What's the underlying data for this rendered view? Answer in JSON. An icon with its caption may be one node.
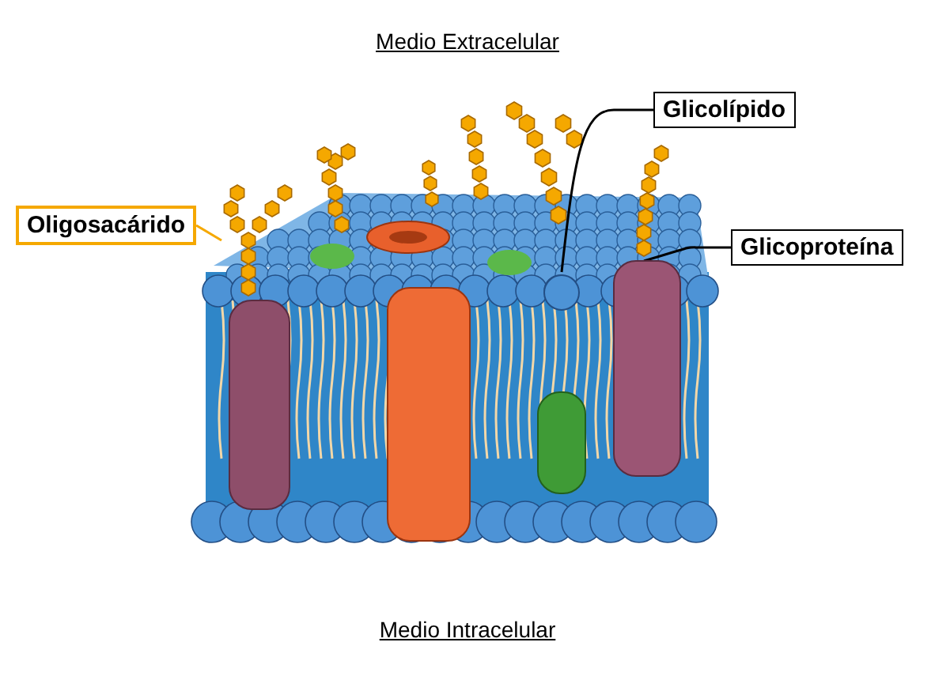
{
  "diagram": {
    "nodes": [
      {
        "text": [
          "Oligosacárido"
        ]
      },
      {
        "text": [
          "Glicolípido"
        ]
      },
      {
        "text": [
          "Glicoproteína"
        ]
      },
      {
        "text": [],
        "shape": "picture"
      },
      {
        "text": [],
        "shape": "picture"
      },
      {
        "text": [],
        "shape": "picture"
      }
    ],
    "edges": [
      {
        "from": 0,
        "to": 3,
        "arrow": "none",
        "color": "#f5a800"
      },
      {
        "from": 1,
        "to": 4,
        "arrow": "none"
      },
      {
        "from": 2,
        "to": 5,
        "arrow": "none"
      }
    ],
    "labels": [
      "Medio Extracelular",
      "Medio Intracelular"
    ]
  }
}
